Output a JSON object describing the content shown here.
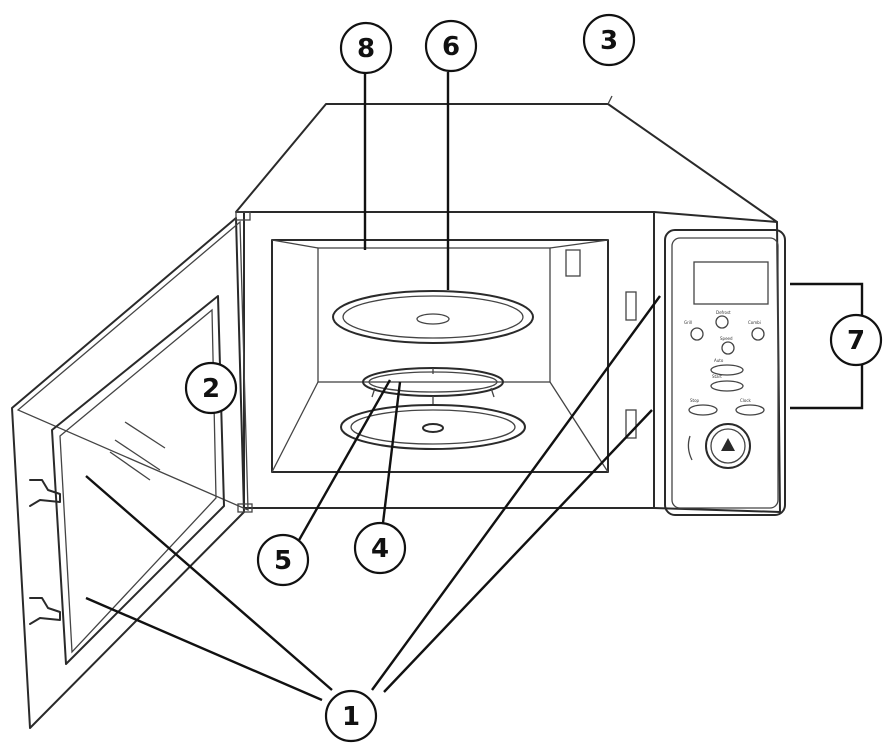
{
  "callouts": [
    "1",
    "2",
    "3",
    "4",
    "5",
    "6",
    "7",
    "8"
  ],
  "control_panel": {
    "button_labels": [
      "Defrost",
      "Grill",
      "Combi",
      "Speed",
      "Auto",
      "Start",
      "Stop",
      "Clock"
    ]
  },
  "colors": {
    "line": "#2a2a2a",
    "background": "#ffffff"
  }
}
